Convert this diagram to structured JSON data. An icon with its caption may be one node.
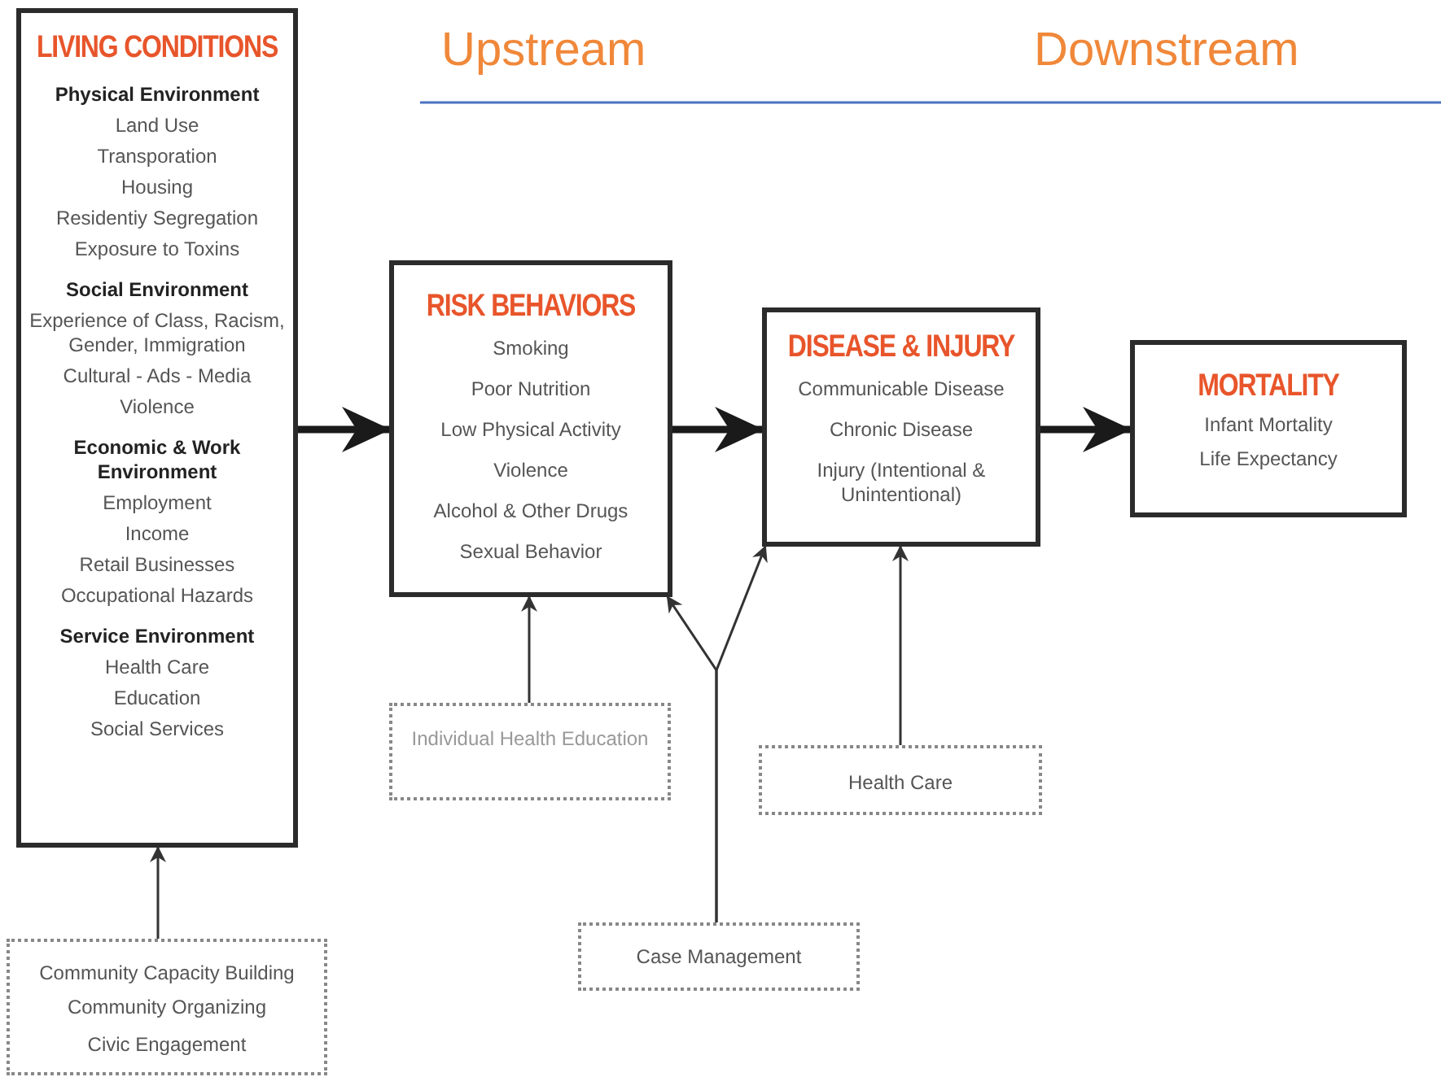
{
  "diagram": {
    "nodes": [
      {
        "text": [
          "LIVING CONDITIONS",
          "Physical Environment",
          "Land Use",
          "Transporation",
          "Housing",
          "Residentiy Segregation",
          "Exposure to Toxins",
          "Social Environment",
          "Experience of Class, Racism, Gender, Immigration",
          "Cultural - Ads - Media",
          "Violence",
          "Economic & Work Environment",
          "Employment",
          "Income",
          "Retail Businesses",
          "Occupational Hazards",
          "Service Environment",
          "Health Care",
          "Education",
          "Social Services"
        ]
      },
      {
        "text": [
          "RISK BEHAVIORS",
          "Smoking",
          "Poor Nutrition",
          "Low Physical Activity",
          "Violence",
          "Alcohol & Other Drugs",
          "Sexual Behavior"
        ]
      },
      {
        "text": [
          "DISEASE & INJURY",
          "Communicable Disease",
          "Chronic Disease",
          "Injury (Intentional & Unintentional)"
        ]
      },
      {
        "text": [
          "MORTALITY",
          "Infant Mortality",
          "Life Expectancy"
        ]
      },
      {
        "text": [
          "Community Capacity Building",
          "Community Organizing",
          "Civic Engagement"
        ]
      },
      {
        "text": [
          "Individual Health Education"
        ]
      },
      {
        "text": [
          "Case Management"
        ]
      },
      {
        "text": [
          "Health Care"
        ]
      }
    ],
    "edges": [
      {
        "from": 0,
        "to": 1,
        "arrow": "to",
        "style": "thick"
      },
      {
        "from": 1,
        "to": 2,
        "arrow": "to",
        "style": "thick"
      },
      {
        "from": 2,
        "to": 3,
        "arrow": "to",
        "style": "thick"
      },
      {
        "from": 4,
        "to": 0,
        "arrow": "to"
      },
      {
        "from": 5,
        "to": 1,
        "arrow": "to"
      },
      {
        "from": 6,
        "to": 1,
        "arrow": "to"
      },
      {
        "from": 6,
        "to": 2,
        "arrow": "to"
      },
      {
        "from": 7,
        "to": 2,
        "arrow": "to"
      }
    ],
    "labels": [
      "Upstream",
      "Downstream"
    ]
  }
}
